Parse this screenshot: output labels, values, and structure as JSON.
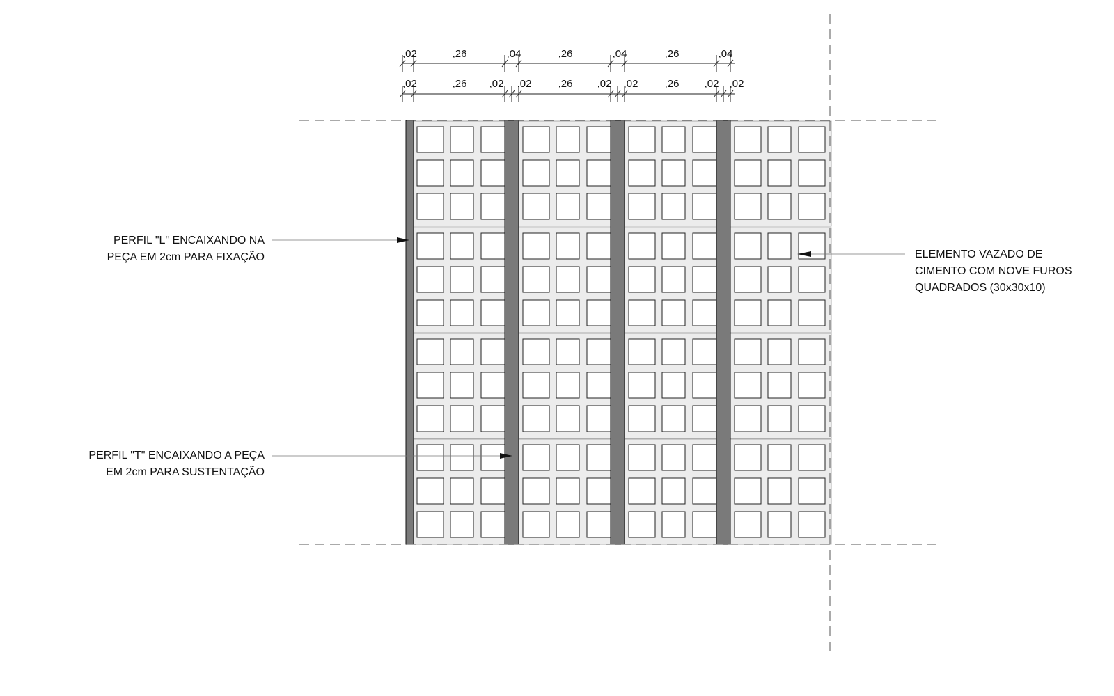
{
  "dimensions": {
    "top_row": [
      ",02",
      ",26",
      ",04",
      ",26",
      ",04",
      ",26",
      ",04"
    ],
    "bottom_row": [
      ",02",
      ",26",
      ",02",
      ",02",
      ",26",
      ",02",
      ",02",
      ",26",
      ",02",
      ",02"
    ]
  },
  "labels": {
    "l_profile": [
      "PERFIL \"L\" ENCAIXANDO NA",
      "PEÇA EM 2cm PARA FIXAÇÃO"
    ],
    "t_profile": [
      "PERFIL \"T\" ENCAIXANDO A PEÇA",
      "EM 2cm PARA SUSTENTAÇÃO"
    ],
    "element": [
      "ELEMENTO VAZADO DE",
      "CIMENTO COM NOVE FUROS",
      "QUADRADOS (30x30x10)"
    ]
  },
  "colors": {
    "profile_fill": "#7a7a7a",
    "block_fill": "#ececec",
    "line": "#222222"
  }
}
